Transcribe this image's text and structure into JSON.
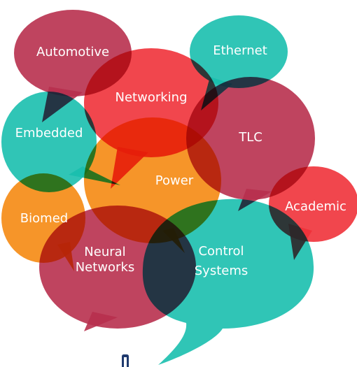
{
  "colors": {
    "crimson": "#b8304e",
    "red": "#f0323a",
    "teal": "#19bfae",
    "orange": "#f58a12",
    "navy": "#1f3a6e"
  },
  "bubbles": [
    {
      "name": "automotive",
      "label_lines": [
        "Automotive"
      ],
      "color": "crimson"
    },
    {
      "name": "ethernet",
      "label_lines": [
        "Ethernet"
      ],
      "color": "teal"
    },
    {
      "name": "networking",
      "label_lines": [
        "Networking"
      ],
      "color": "red"
    },
    {
      "name": "embedded",
      "label_lines": [
        "Embedded"
      ],
      "color": "teal"
    },
    {
      "name": "tlc",
      "label_lines": [
        "TLC"
      ],
      "color": "crimson"
    },
    {
      "name": "power",
      "label_lines": [
        "Power"
      ],
      "color": "orange"
    },
    {
      "name": "academic",
      "label_lines": [
        "Academic"
      ],
      "color": "red"
    },
    {
      "name": "biomed",
      "label_lines": [
        "Biomed"
      ],
      "color": "orange"
    },
    {
      "name": "neural-networks",
      "label_lines": [
        "Neural",
        "Networks"
      ],
      "color": "crimson"
    },
    {
      "name": "control-systems",
      "label_lines": [
        "Control",
        "Systems"
      ],
      "color": "teal"
    }
  ],
  "logo": {
    "icon": "partial-logo-mark",
    "color": "navy"
  }
}
